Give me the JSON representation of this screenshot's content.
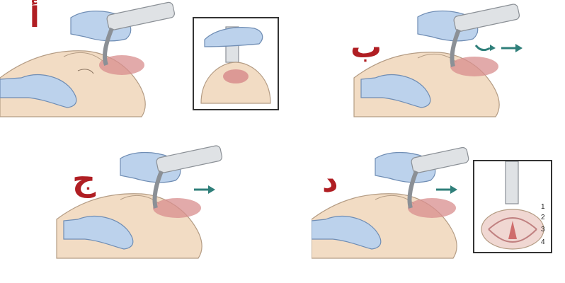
{
  "colors": {
    "letter": "#b01e23",
    "glove": "#bcd2ec",
    "glove_stroke": "#6f8db4",
    "skin": "#f2dcc4",
    "skin_stroke": "#b49c84",
    "mouth": "#d88d8d",
    "blade": "#c9cdd1",
    "arrow": "#2f7f7a"
  },
  "panels": [
    {
      "letter": "أ",
      "has_arrows": false,
      "arrow_type": "none"
    },
    {
      "letter": "ب",
      "has_arrows": true,
      "arrow_type": "curve-and-straight"
    },
    {
      "letter": "ج",
      "has_arrows": true,
      "arrow_type": "straight"
    },
    {
      "letter": "د",
      "has_arrows": true,
      "arrow_type": "straight"
    }
  ],
  "inset_top": {
    "description_icon": "laryngoscope-top-view-icon"
  },
  "inset_vocal": {
    "labels": [
      "1",
      "2",
      "3",
      "4"
    ]
  }
}
